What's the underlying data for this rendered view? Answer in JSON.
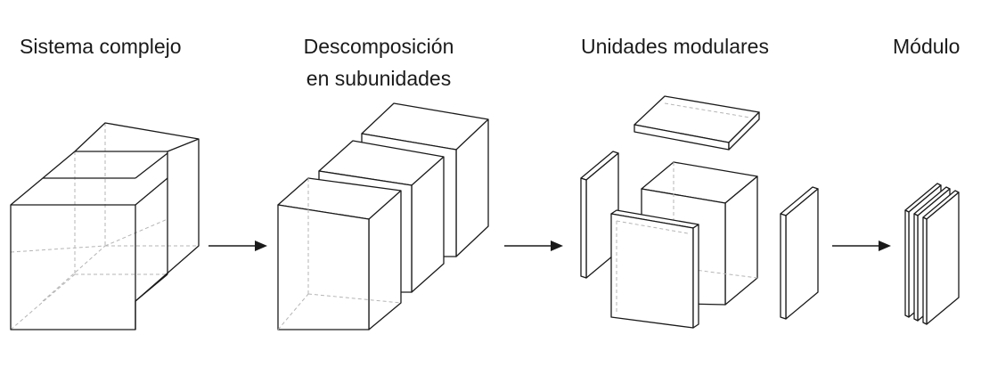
{
  "stages": [
    {
      "label": "Sistema complejo"
    },
    {
      "label_line1": "Descomposición",
      "label_line2": "en subunidades"
    },
    {
      "label": "Unidades modulares"
    },
    {
      "label": "Módulo"
    }
  ]
}
